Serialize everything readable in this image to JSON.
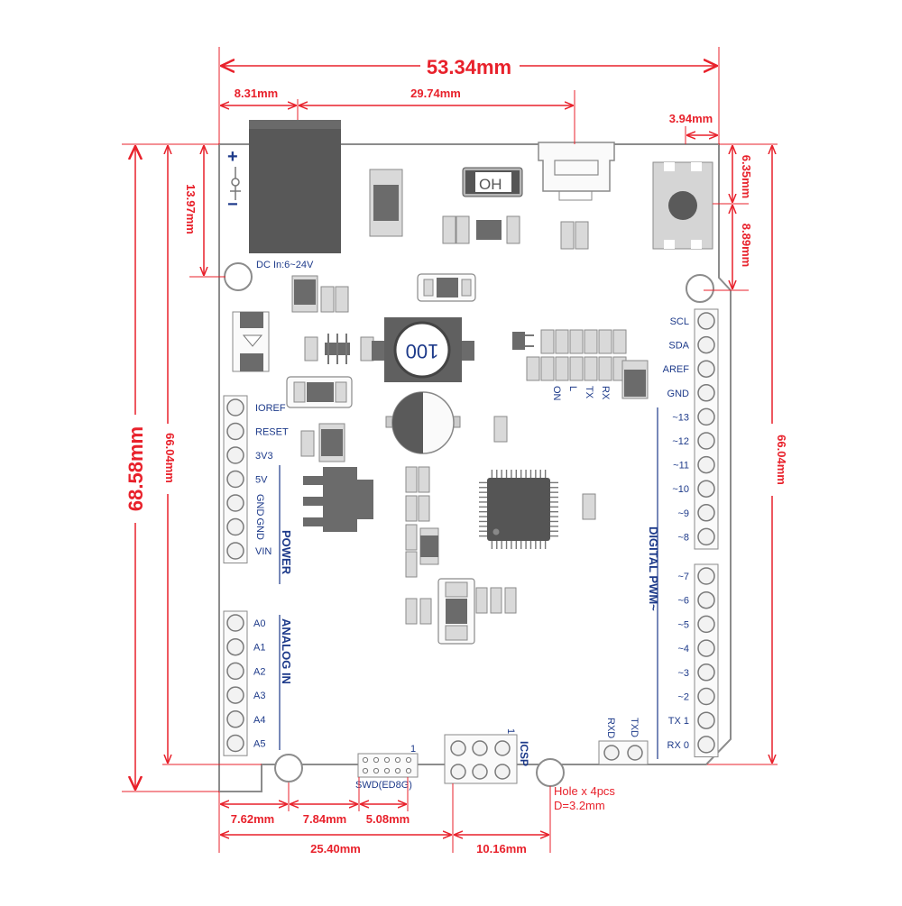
{
  "dimensions": {
    "width_total": "53.34mm",
    "dc_offset": "8.31mm",
    "usb_offset": "29.74mm",
    "button_offset": "3.94mm",
    "height_total": "68.58mm",
    "left_height": "66.04mm",
    "right_height": "66.04mm",
    "dc_height": "13.97mm",
    "top_hole": "6.35mm",
    "button_height": "8.89mm",
    "bottom_1": "7.62mm",
    "bottom_2": "7.84mm",
    "bottom_3": "5.08mm",
    "bottom_4": "25.40mm",
    "icsp_width": "10.16mm"
  },
  "board": {
    "dc_label": "DC In:6~24V",
    "plus": "+",
    "minus": "−",
    "oh_label": "OH",
    "inductor_label": "100",
    "hole_note_1": "Hole x 4pcs",
    "hole_note_2": "D=3.2mm",
    "swd_label": "SWD(ED8G)",
    "icsp_label": "ICSP",
    "icsp_one": "1",
    "swd_one": "1",
    "power_label": "POWER",
    "analog_label": "ANALOG IN",
    "digital_label": "DIGITAL PWM~",
    "rxd_label": "RXD",
    "txd_label": "TXD",
    "led_on": "ON",
    "led_l": "L",
    "led_tx": "TX",
    "led_rx": "RX"
  },
  "power_pins": [
    "IOREF",
    "RESET",
    "3V3",
    "5V",
    "GND",
    "GND",
    "VIN"
  ],
  "analog_pins": [
    "A0",
    "A1",
    "A2",
    "A3",
    "A4",
    "A5"
  ],
  "digital_top_pins": [
    "SCL",
    "SDA",
    "AREF",
    "GND",
    "~13",
    "~12",
    "~11",
    "~10",
    "~9",
    "~8"
  ],
  "digital_bottom_pins": [
    "~7",
    "~6",
    "~5",
    "~4",
    "~3",
    "~2",
    "TX 1",
    "RX 0"
  ],
  "colors": {
    "dimension": "#e8212b",
    "label": "#1d3a8a",
    "board_edge": "#8c8c8c"
  }
}
